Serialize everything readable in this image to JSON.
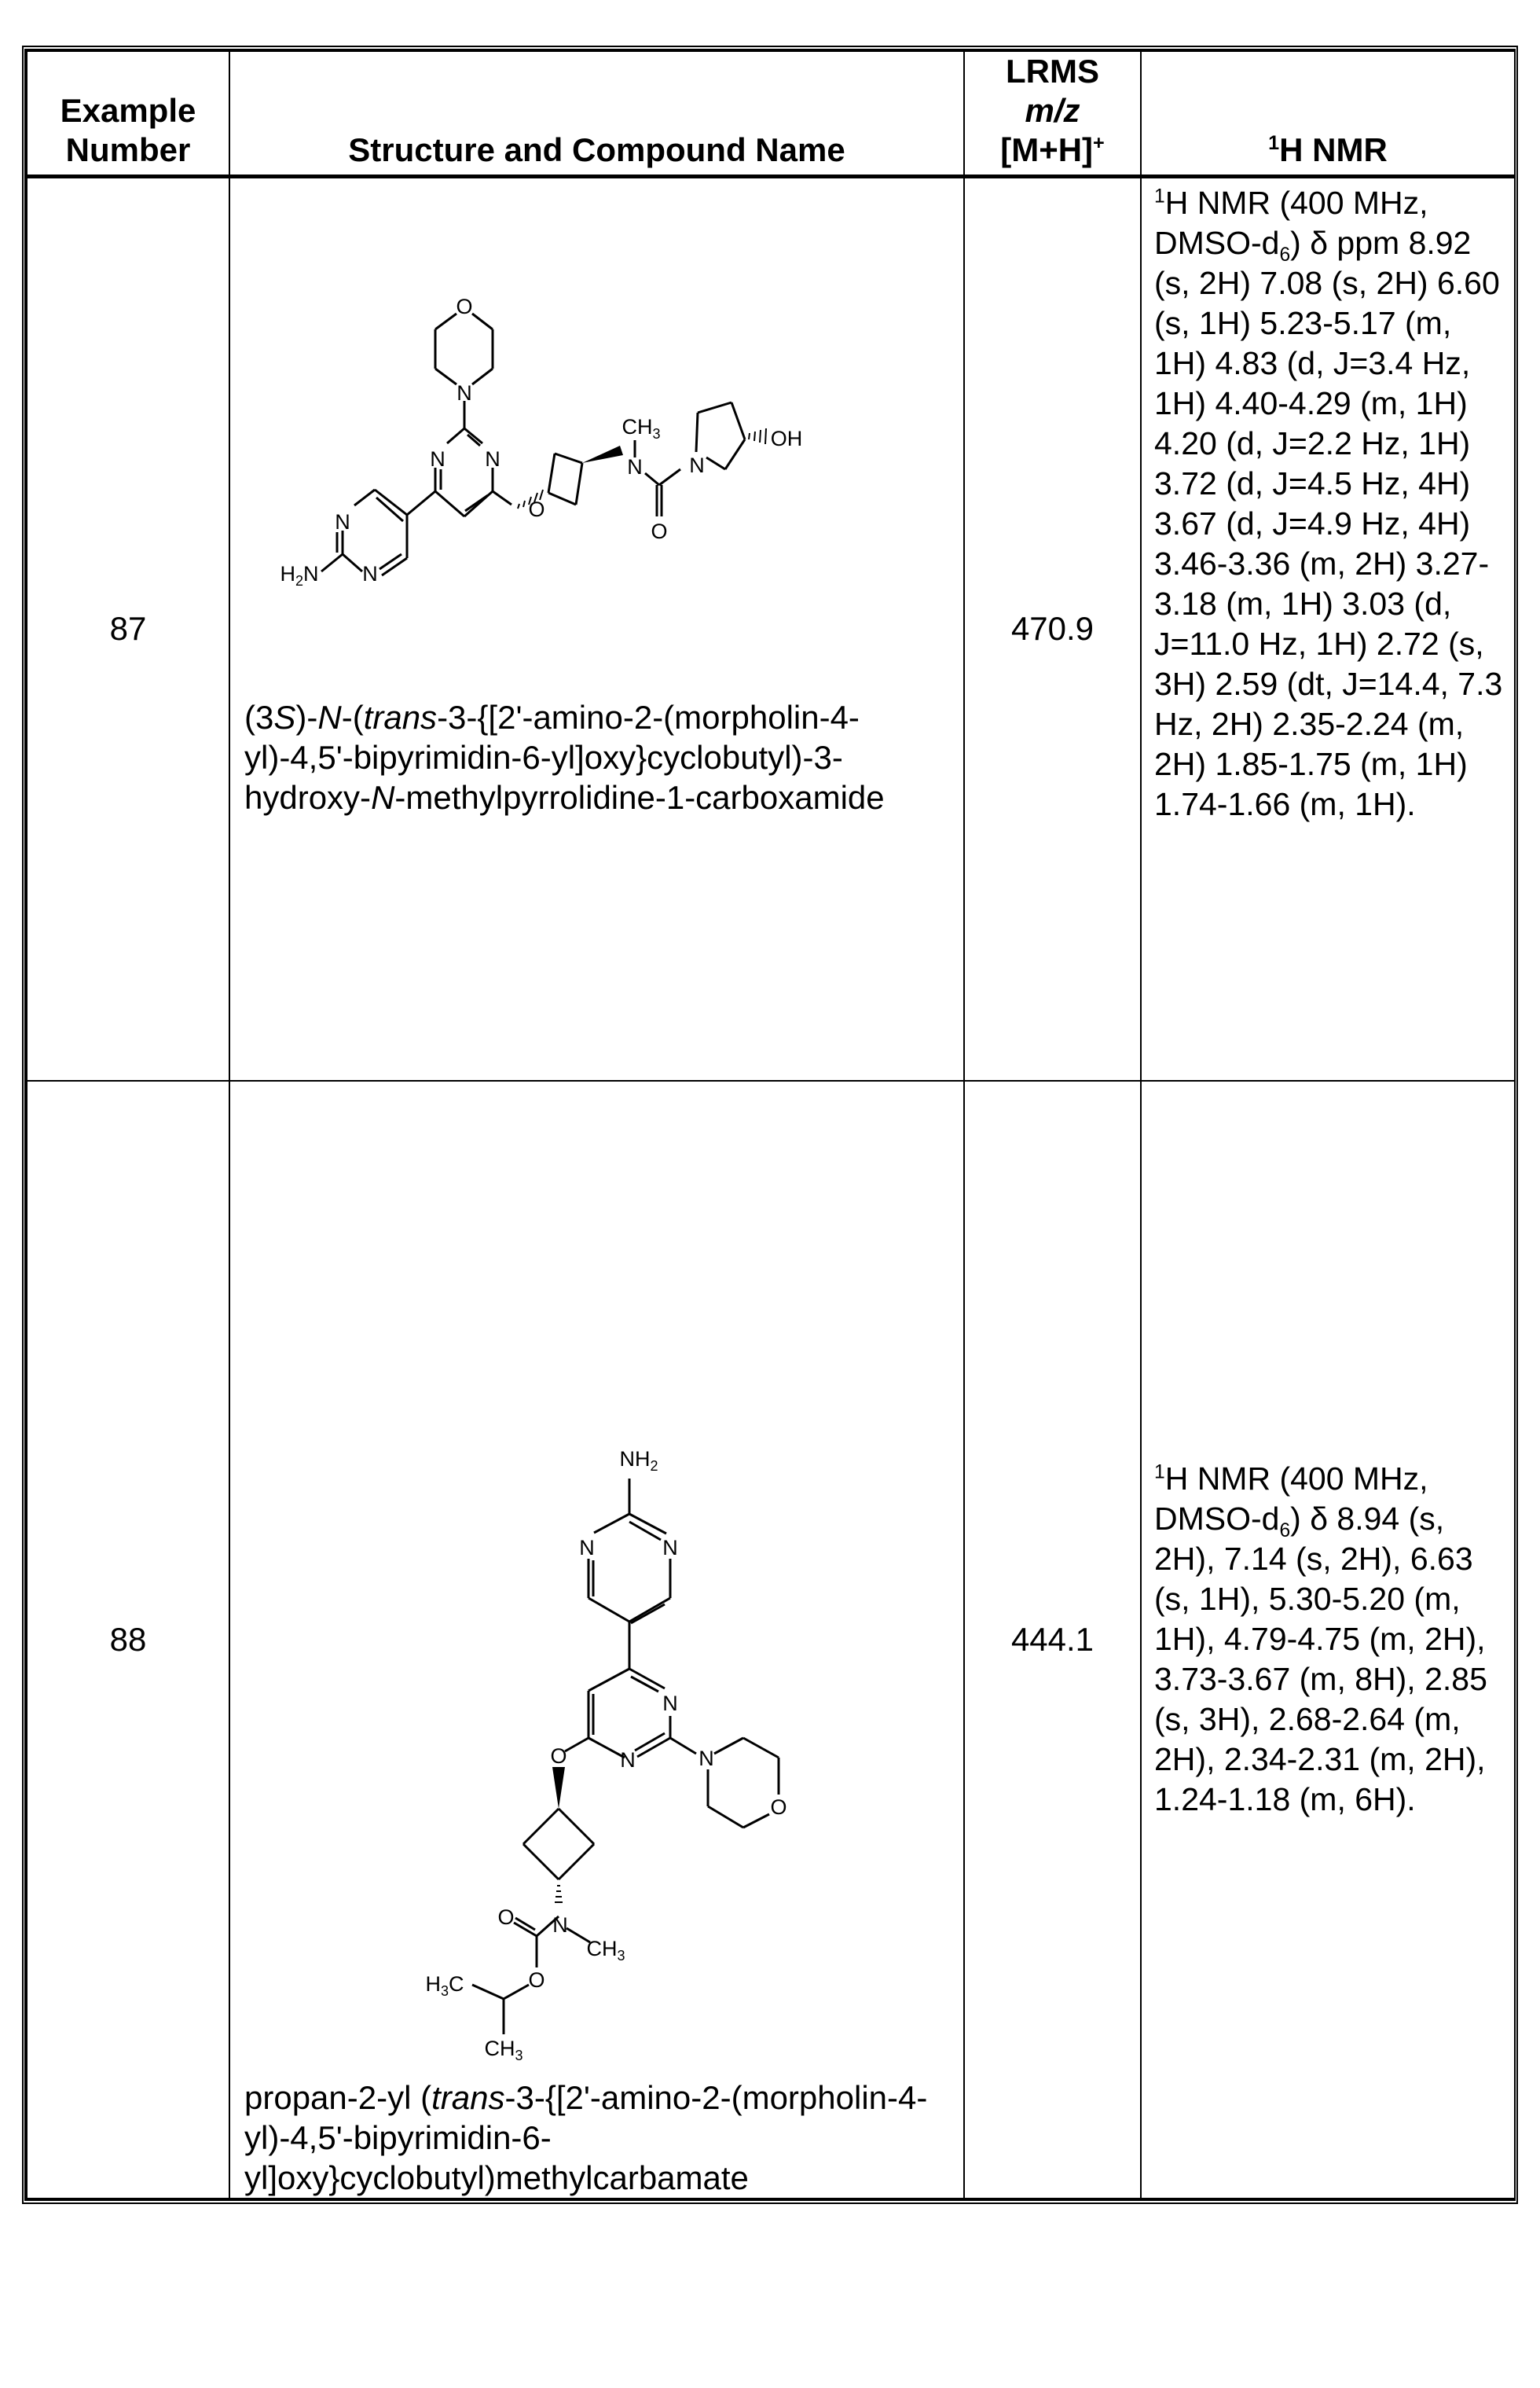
{
  "table": {
    "headers": {
      "example_line1": "Example",
      "example_line2": "Number",
      "structure": "Structure and Compound Name",
      "lrms_line1": "LRMS",
      "lrms_line2": "m/z",
      "lrms_line3": "[M+H]",
      "lrms_sup": "+",
      "nmr_sup": "1",
      "nmr": "H NMR"
    },
    "rows": [
      {
        "example_number": "87",
        "compound_name_parts": [
          "(3",
          "S",
          ")-",
          "N",
          "-(",
          "trans",
          "-3-{[2'-amino-2-(morpholin-4-yl)-4,5'-bipyrimidin-6-yl]oxy}cyclobutyl)-3-hydroxy-",
          "N",
          "-methylpyrrolidine-1-carboxamide"
        ],
        "compound_name": "(3S)-N-(trans-3-{[2'-amino-2-(morpholin-4-yl)-4,5'-bipyrimidin-6-yl]oxy}cyclobutyl)-3-hydroxy-N-methylpyrrolidine-1-carboxamide",
        "lrms": "470.9",
        "nmr_sup": "1",
        "nmr_prefix": "H NMR (400 MHz, DMSO-d",
        "nmr_sub": "6",
        "nmr_text": ") δ ppm 8.92 (s, 2H) 7.08 (s, 2H) 6.60 (s, 1H) 5.23-5.17 (m, 1H) 4.83 (d, J=3.4 Hz, 1H) 4.40-4.29 (m, 1H) 4.20 (d, J=2.2 Hz, 1H) 3.72 (d, J=4.5 Hz, 4H) 3.67 (d, J=4.9 Hz, 4H) 3.46-3.36 (m, 2H) 3.27-3.18 (m, 1H) 3.03 (d, J=11.0 Hz, 1H) 2.72 (s, 3H) 2.59 (dt, J=14.4, 7.3 Hz, 2H) 2.35-2.24 (m, 2H) 1.85-1.75 (m, 1H) 1.74-1.66 (m, 1H).",
        "structure_labels": {
          "o_morph": "O",
          "n_morph": "N",
          "n_pyr1": "N",
          "n_pyr2": "N",
          "n_pym1": "N",
          "n_pym2": "N",
          "nh2": "H",
          "nh2_sub": "2",
          "nh2_n": "N",
          "o_ether": "O",
          "n_methyl": "N",
          "ch3": "CH",
          "ch3_sub": "3",
          "o_carbonyl": "O",
          "n_pyrrolidine": "N",
          "oh": "OH"
        }
      },
      {
        "example_number": "88",
        "compound_name_parts": [
          "propan-2-yl (",
          "trans",
          "-3-{[2'-amino-2-(morpholin-4-yl)-4,5'-bipyrimidin-6-yl]oxy}cyclobutyl)methylcarbamate"
        ],
        "compound_name": "propan-2-yl (trans-3-{[2'-amino-2-(morpholin-4-yl)-4,5'-bipyrimidin-6-yl]oxy}cyclobutyl)methylcarbamate",
        "lrms": "444.1",
        "nmr_sup": "1",
        "nmr_prefix": "H NMR (400 MHz, DMSO-d",
        "nmr_sub": "6",
        "nmr_text": ") δ 8.94 (s, 2H), 7.14 (s, 2H), 6.63 (s, 1H), 5.30-5.20 (m, 1H), 4.79-4.75 (m, 2H), 3.73-3.67 (m, 8H), 2.85 (s, 3H), 2.68-2.64 (m, 2H), 2.34-2.31 (m, 2H), 1.24-1.18 (m, 6H).",
        "structure_labels": {
          "nh2_n": "NH",
          "nh2_sub": "2",
          "n_pym1": "N",
          "n_pym2": "N",
          "n_pyr1": "N",
          "n_pyr2": "N",
          "o_ether": "O",
          "n_morph": "N",
          "o_morph": "O",
          "o_carbonyl": "O",
          "n_carbamate": "N",
          "ch3": "CH",
          "ch3_sub": "3",
          "h3c": "H",
          "h3c_sub": "3",
          "h3c_c": "C",
          "o_ester": "O",
          "ch3b": "CH",
          "ch3b_sub": "3"
        }
      }
    ]
  }
}
